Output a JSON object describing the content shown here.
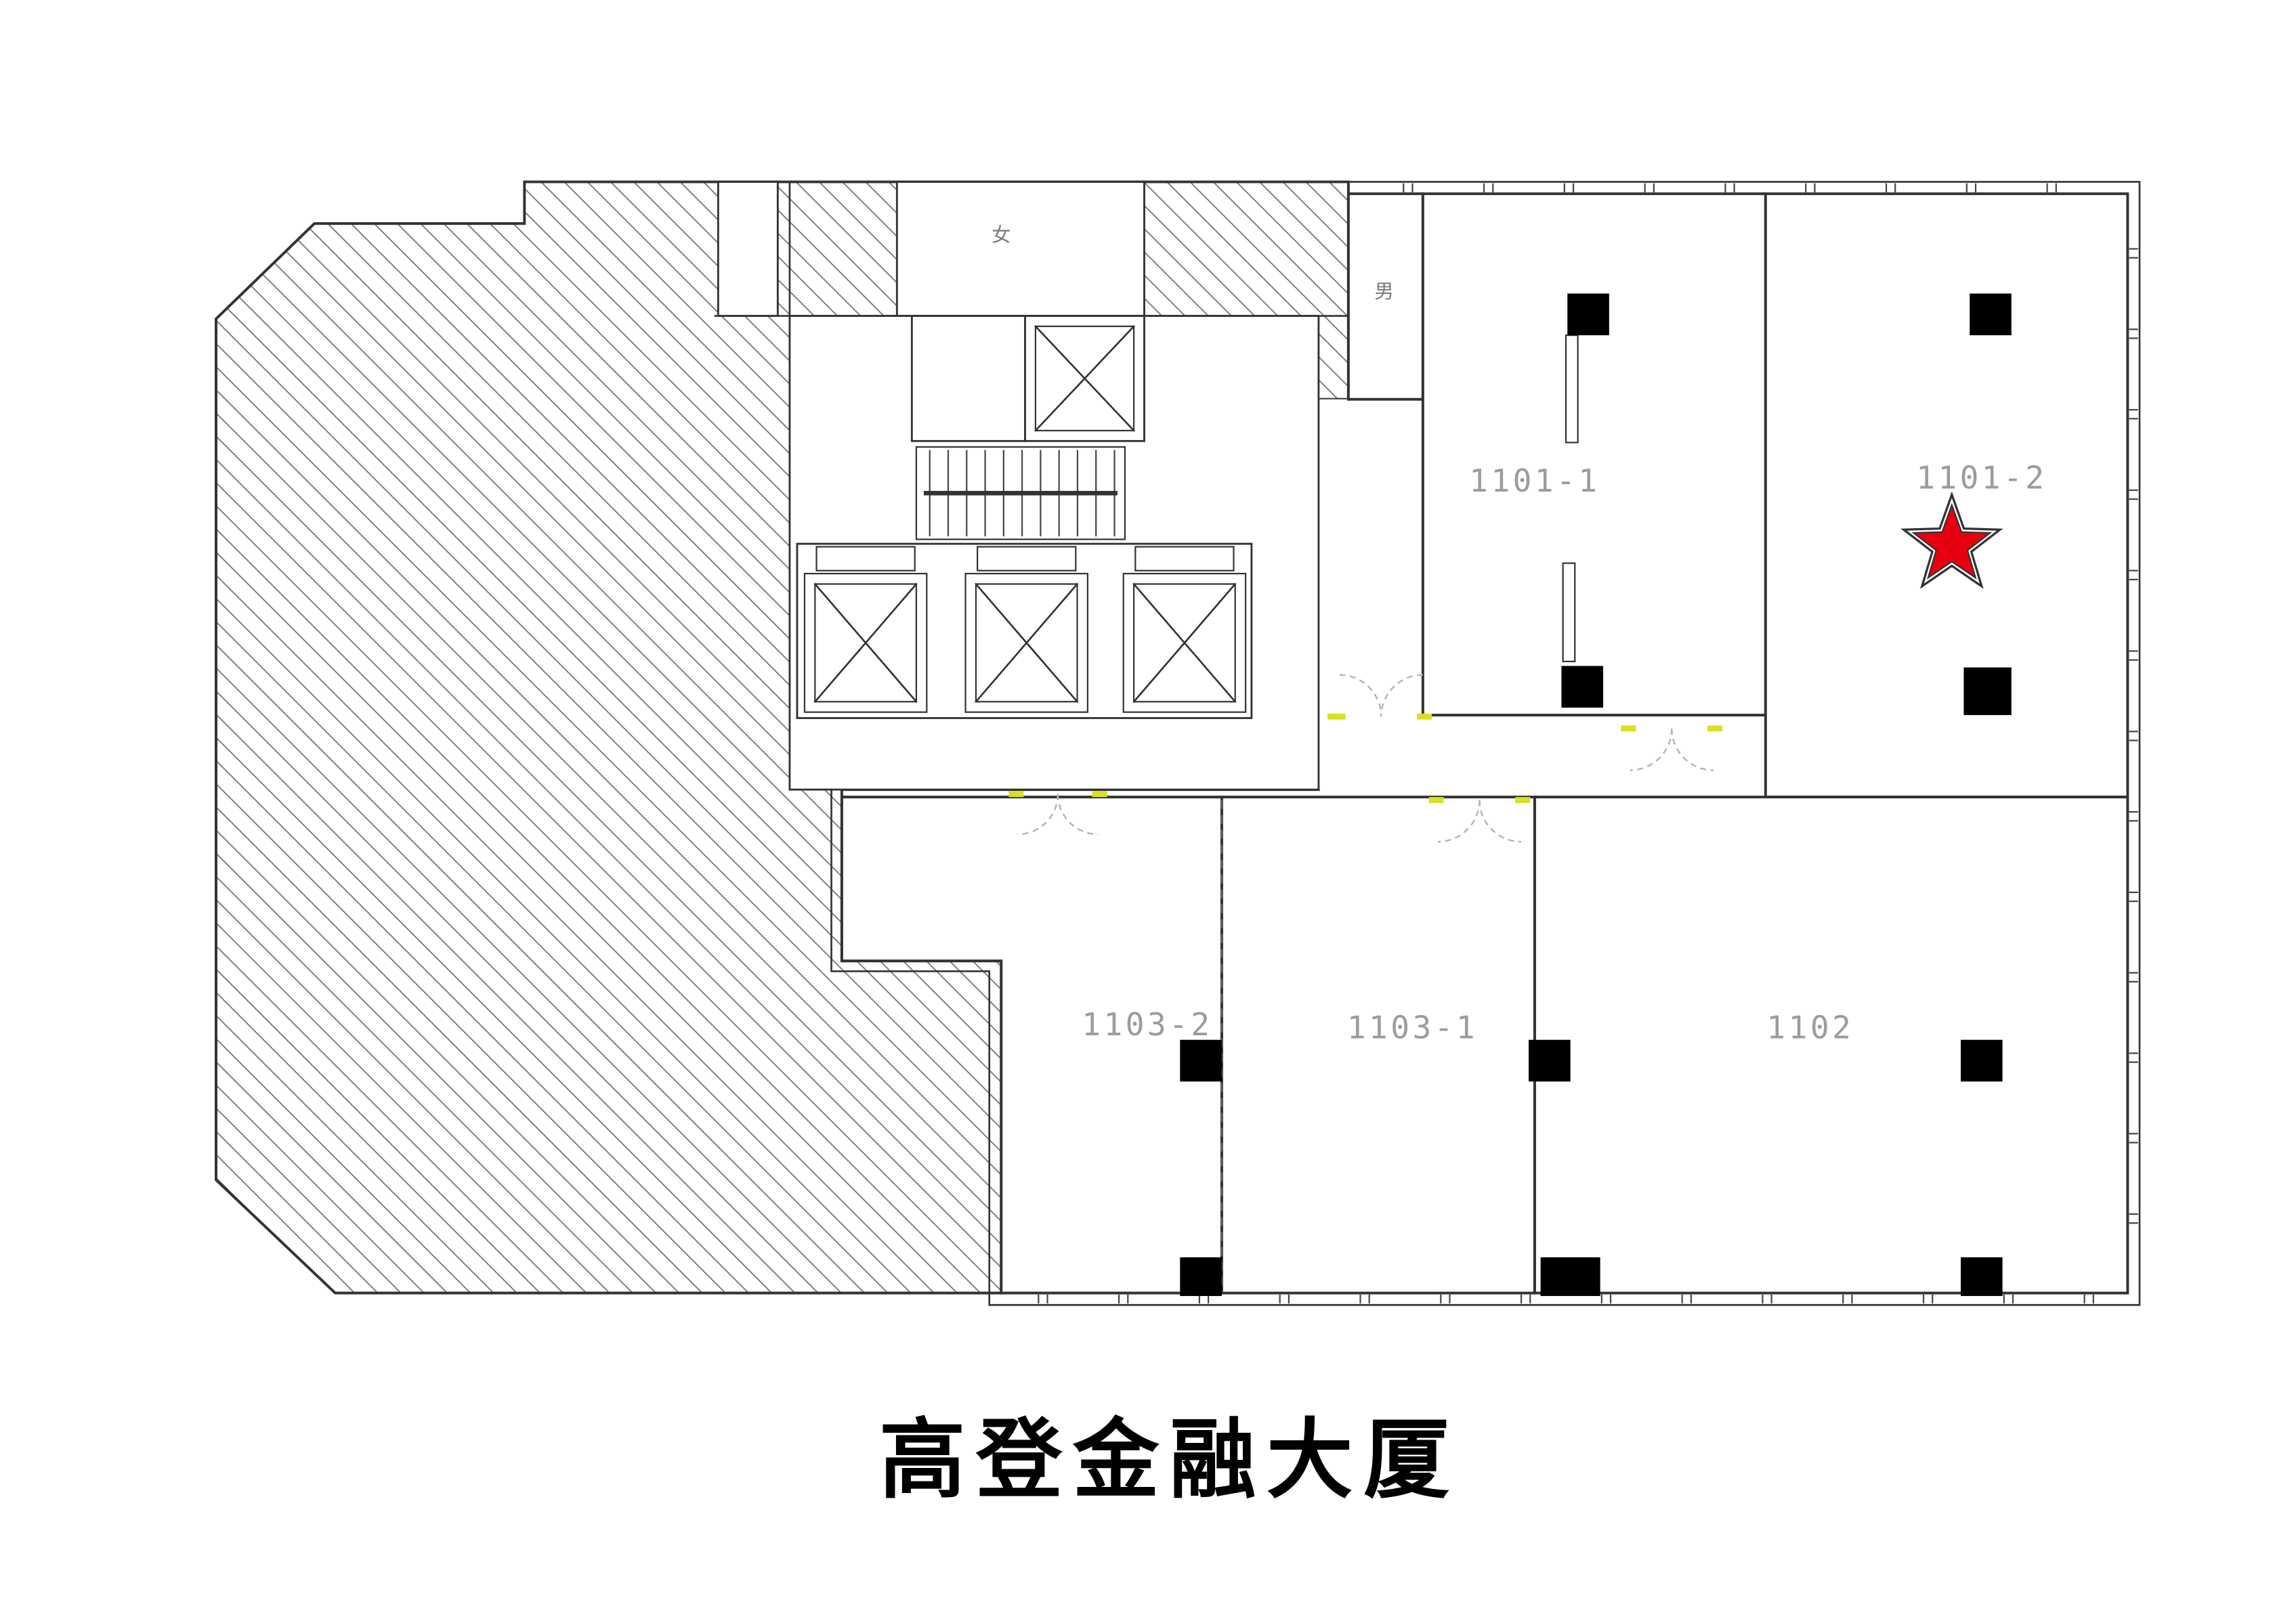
{
  "title": "高登金融大厦",
  "units": {
    "u1101_1": {
      "label": "1101-1"
    },
    "u1101_2": {
      "label": "1101-2"
    },
    "u1102": {
      "label": "1102"
    },
    "u1103_1": {
      "label": "1103-1"
    },
    "u1103_2": {
      "label": "1103-2"
    }
  },
  "annotations": {
    "female": "女",
    "male": "男"
  },
  "marker": {
    "shape": "star",
    "color": "#e60012"
  },
  "colors": {
    "wall": "#333333",
    "hatch": "#707070",
    "label": "#9c9c9c",
    "door_highlight": "#d9e021",
    "door_arc": "#b3b3b3",
    "column": "#000000"
  }
}
